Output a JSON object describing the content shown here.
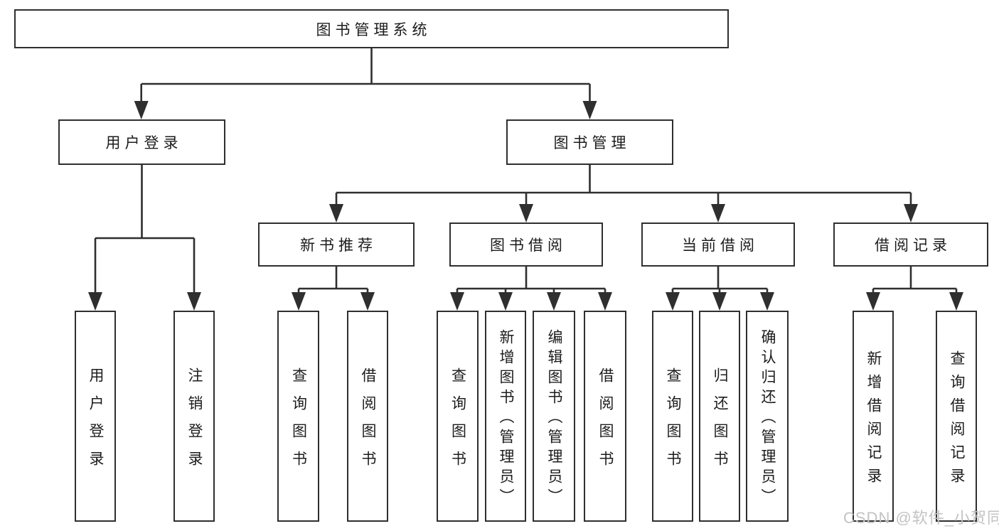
{
  "colors": {
    "line": "#2f2f2f",
    "text": "#1c1c1c",
    "background": "#ffffff",
    "watermark": "#c2c3c5"
  },
  "diagram": {
    "root": "图书管理系统",
    "level2": {
      "user_login": "用户登录",
      "book_management": "图书管理"
    },
    "level3": {
      "new_book_recommend": "新书推荐",
      "book_borrow": "图书借阅",
      "current_borrow": "当前借阅",
      "borrow_records": "借阅记录"
    },
    "leaves": {
      "user_login": "用户登录",
      "logout": "注销登录",
      "nb_query_books": "查询图书",
      "nb_borrow_books": "借阅图书",
      "bb_query_books": "查询图书",
      "bb_add_books": "新增图书（管理员）",
      "bb_edit_books": "编辑图书（管理员）",
      "bb_borrow_books": "借阅图书",
      "cb_query_books": "查询图书",
      "cb_return_books": "归还图书",
      "cb_confirm_return": "确认归还（管理员）",
      "br_add_record": "新增借阅记录",
      "br_query_record": "查询借阅记录"
    }
  },
  "watermark": {
    "text": "CSDN @软件_小贺同学"
  }
}
